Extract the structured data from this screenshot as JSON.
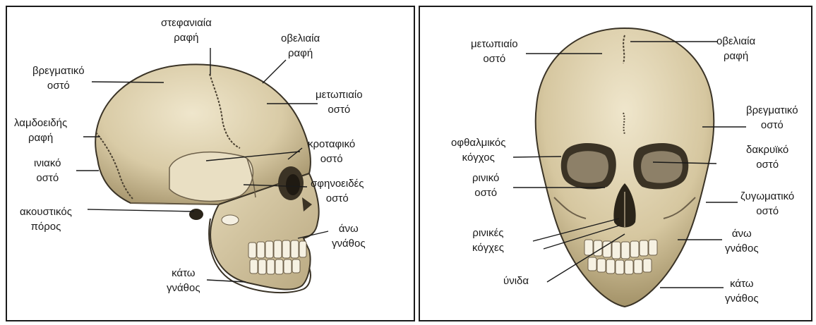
{
  "lateral": {
    "labels": {
      "stefaniaia": [
        "στεφανιαία",
        "ραφή"
      ],
      "obeliaia": [
        "οβελιαία",
        "ραφή"
      ],
      "bregmatiko": [
        "βρεγματικό",
        "οστό"
      ],
      "metopiaio": [
        "μετωπιαίο",
        "οστό"
      ],
      "lamdoeidis": [
        "λαμδοειδής",
        "ραφή"
      ],
      "krotafiko": [
        "κροταφικό",
        "οστό"
      ],
      "iniako": [
        "ινιακό",
        "οστό"
      ],
      "sfinoeides": [
        "σφηνοειδές",
        "οστό"
      ],
      "akoustikos": [
        "ακουστικός",
        "πόρος"
      ],
      "ano_gnathos": [
        "άνω",
        "γνάθος"
      ],
      "kato_gnathos": [
        "κάτω",
        "γνάθος"
      ]
    }
  },
  "frontal": {
    "labels": {
      "metopiaio": [
        "μετωπιαίο",
        "οστό"
      ],
      "obeliaia": [
        "οβελιαία",
        "ραφή"
      ],
      "bregmatiko": [
        "βρεγματικό",
        "οστό"
      ],
      "ofthalmikos": [
        "οφθαλμικός",
        "κόγχος"
      ],
      "dakryiko": [
        "δακρυϊκό",
        "οστό"
      ],
      "riniko": [
        "ρινικό",
        "οστό"
      ],
      "zygomatiko": [
        "ζυγωματικό",
        "οστό"
      ],
      "rinikes": [
        "ρινικές",
        "κόγχες"
      ],
      "ano_gnathos": [
        "άνω",
        "γνάθος"
      ],
      "ynida": [
        "ύνιδα"
      ],
      "kato_gnathos": [
        "κάτω",
        "γνάθος"
      ]
    }
  },
  "colors": {
    "bone_light": "#e6dcc0",
    "bone_mid": "#cfc09a",
    "bone_dark": "#8f8060",
    "outline": "#3a3326",
    "leader": "#1a1a1a"
  }
}
